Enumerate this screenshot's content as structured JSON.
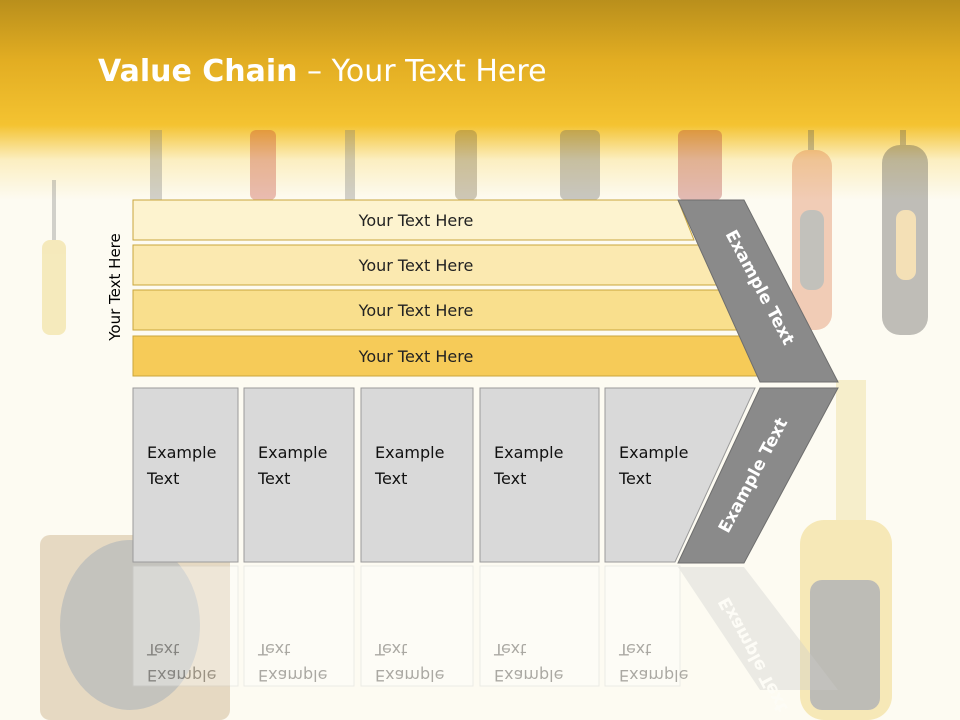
{
  "slide": {
    "title_bold": "Value Chain",
    "title_rest": " – Your Text Here",
    "side_label": "Your Text Here"
  },
  "rows": [
    {
      "label": "Your Text Here",
      "color": "#fdf3cf"
    },
    {
      "label": "Your Text Here",
      "color": "#fbe9b0"
    },
    {
      "label": "Your Text Here",
      "color": "#f9df8d"
    },
    {
      "label": "Your Text Here",
      "color": "#f6cb58"
    }
  ],
  "boxes": [
    {
      "line1": "Example",
      "line2": "Text"
    },
    {
      "line1": "Example",
      "line2": "Text"
    },
    {
      "line1": "Example",
      "line2": "Text"
    },
    {
      "line1": "Example",
      "line2": "Text"
    },
    {
      "line1": "Example",
      "line2": "Text"
    }
  ],
  "chevron": {
    "top_label": "Example Text",
    "bottom_label": "Example Text",
    "color": "#8a8a8a"
  },
  "background": {
    "header_color": "#f4c331",
    "icons": [
      "screwdriver-icon",
      "pliers-icon",
      "tape-measure-icon",
      "cable-reel-icon"
    ]
  }
}
